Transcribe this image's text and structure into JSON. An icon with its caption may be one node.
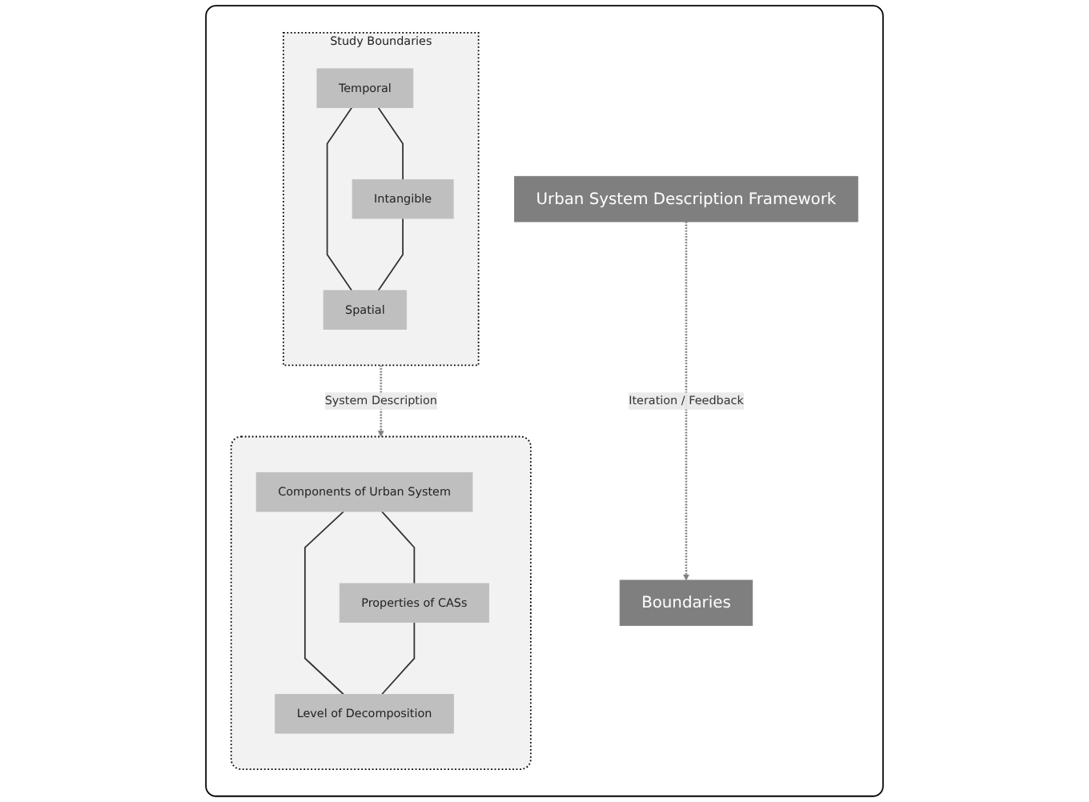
{
  "diagram": {
    "nodes": [
      {
        "text": [],
        "shape": "box"
      },
      {
        "text": [
          "Boundaries"
        ],
        "in": 0
      },
      {
        "text": [
          "Study Boundaries"
        ],
        "in": 0
      },
      {
        "text": [
          "Temporal"
        ],
        "in": 2
      },
      {
        "text": [
          "Intangible"
        ],
        "in": 2
      },
      {
        "text": [
          "Spatial"
        ],
        "in": 2
      },
      {
        "text": [
          "Urban System Description Framework"
        ],
        "in": 0
      },
      {
        "text": [],
        "shape": "box",
        "in": 0
      },
      {
        "text": [
          "Components of Urban System"
        ],
        "in": 7
      },
      {
        "text": [
          "Properties of CASs"
        ],
        "in": 7
      },
      {
        "text": [
          "Level of Decomposition"
        ],
        "in": 7
      }
    ],
    "edges": [
      {
        "from": 3,
        "to": 4,
        "arrow": "none"
      },
      {
        "from": 3,
        "to": 5,
        "arrow": "none"
      },
      {
        "from": 4,
        "to": 5,
        "arrow": "none"
      },
      {
        "from": 8,
        "to": 9,
        "arrow": "none"
      },
      {
        "from": 8,
        "to": 10,
        "arrow": "none"
      },
      {
        "from": 9,
        "to": 10,
        "arrow": "none"
      },
      {
        "from": 2,
        "to": 7,
        "arrow": "to",
        "label": "System Description",
        "style": "dashed",
        "color": "#7f7f7f"
      },
      {
        "from": 6,
        "to": 1,
        "arrow": "to",
        "label": "Iteration / Feedback",
        "style": "dashed",
        "color": "#7f7f7f"
      }
    ]
  }
}
